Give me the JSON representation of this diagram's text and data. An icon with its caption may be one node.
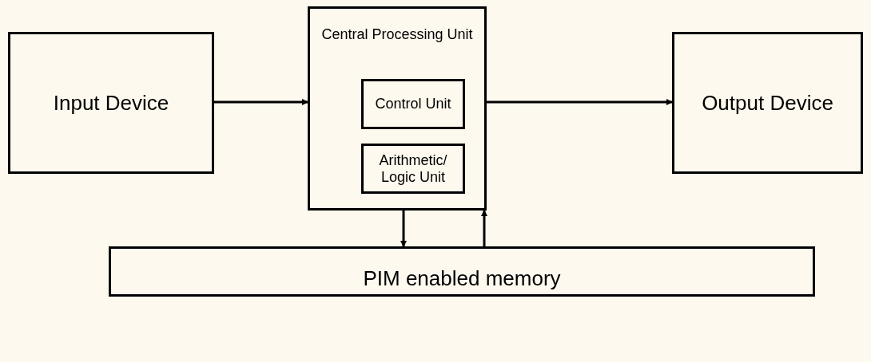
{
  "diagram": {
    "nodes": [
      {
        "text": [
          "Input Device"
        ]
      },
      {
        "text": [
          "Central Processing Unit"
        ]
      },
      {
        "text": [
          "Control Unit"
        ],
        "in": 1
      },
      {
        "text": [
          "Arithmetic/ Logic Unit"
        ],
        "in": 1
      },
      {
        "text": [
          "Output Device"
        ]
      },
      {
        "text": [
          "PIM enabled memory"
        ]
      }
    ],
    "edges": [
      {
        "from": 0,
        "to": 1,
        "arrow": "to"
      },
      {
        "from": 1,
        "to": 4,
        "arrow": "to"
      },
      {
        "from": 1,
        "to": 5,
        "arrow": "to"
      },
      {
        "from": 5,
        "to": 1,
        "arrow": "to"
      }
    ]
  }
}
